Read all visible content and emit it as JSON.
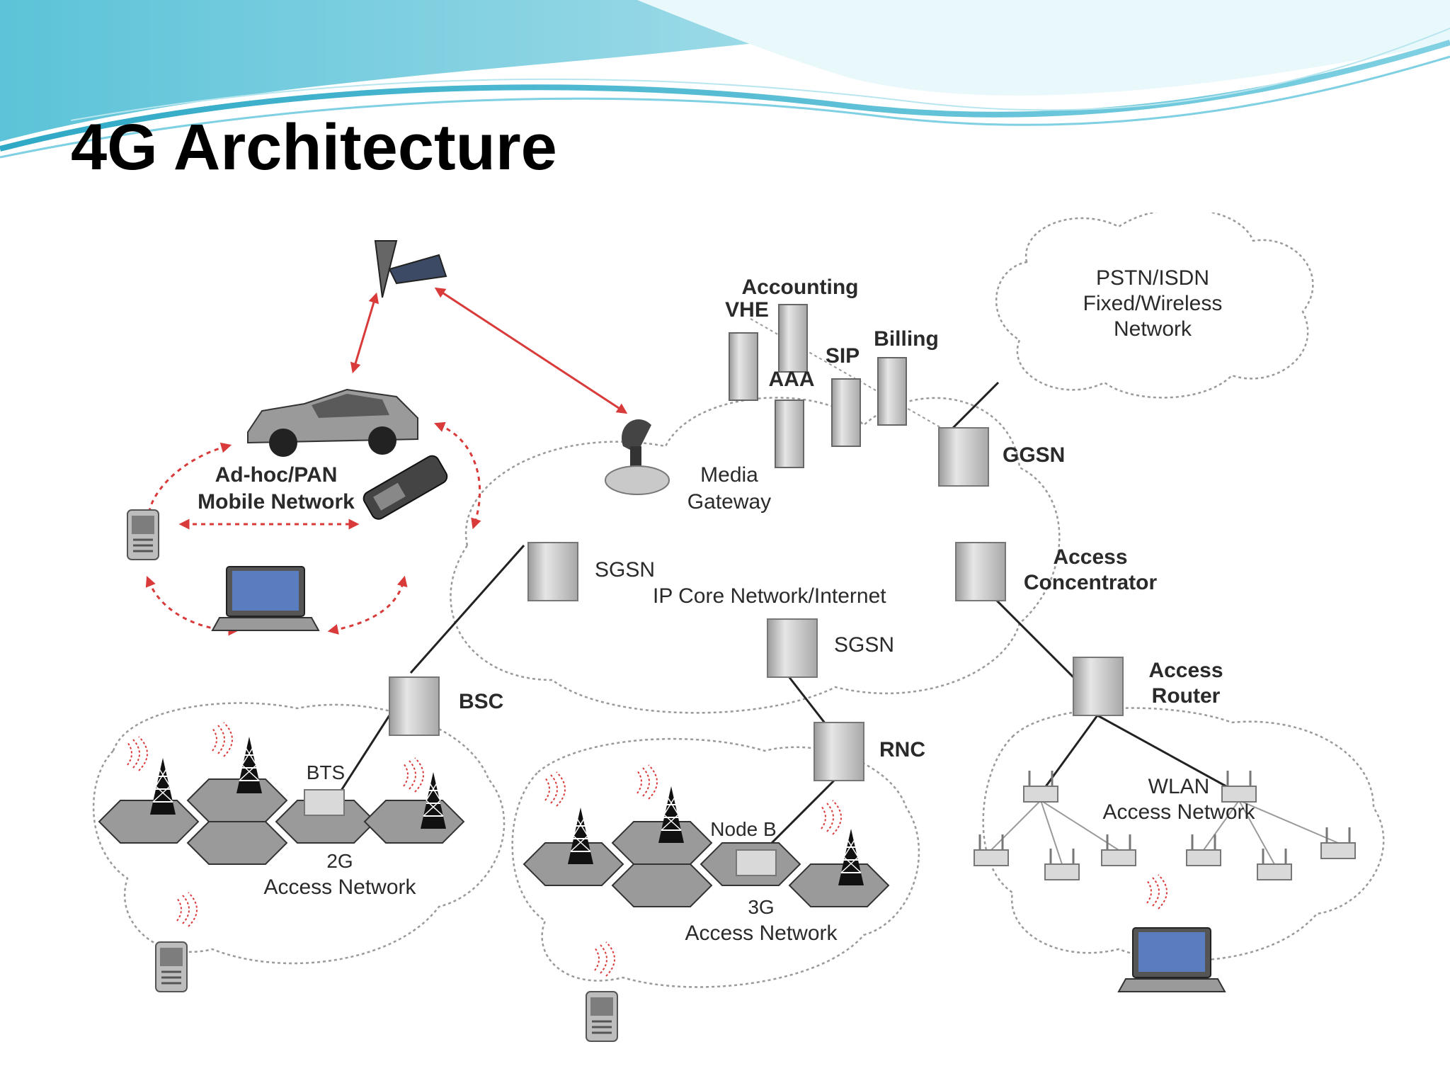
{
  "slide": {
    "title": "4G Architecture"
  },
  "colors": {
    "banner_light": "#dff3f7",
    "banner_mid": "#8fd3e3",
    "banner_dark": "#3fb5cf",
    "red_signal": "#d93a3a",
    "node_gray": "#c8c8c8"
  },
  "diagram": {
    "labels": {
      "adhoc_1": "Ad-hoc/PAN",
      "adhoc_2": "Mobile Network",
      "accounting": "Accounting",
      "vhe": "VHE",
      "billing": "Billing",
      "sip": "SIP",
      "aaa": "AAA",
      "pstn_1": "PSTN/ISDN",
      "pstn_2": "Fixed/Wireless",
      "pstn_3": "Network",
      "media_1": "Media",
      "media_2": "Gateway",
      "ggsn": "GGSN",
      "sgsn_top": "SGSN",
      "ip_core": "IP Core Network/Internet",
      "access_conc_1": "Access",
      "access_conc_2": "Concentrator",
      "sgsn_bottom": "SGSN",
      "access_router_1": "Access",
      "access_router_2": "Router",
      "bsc": "BSC",
      "rnc": "RNC",
      "bts": "BTS",
      "node_b": "Node B",
      "net2g_1": "2G",
      "net2g_2": "Access Network",
      "net3g_1": "3G",
      "net3g_2": "Access Network",
      "wlan_1": "WLAN",
      "wlan_2": "Access Network"
    }
  }
}
